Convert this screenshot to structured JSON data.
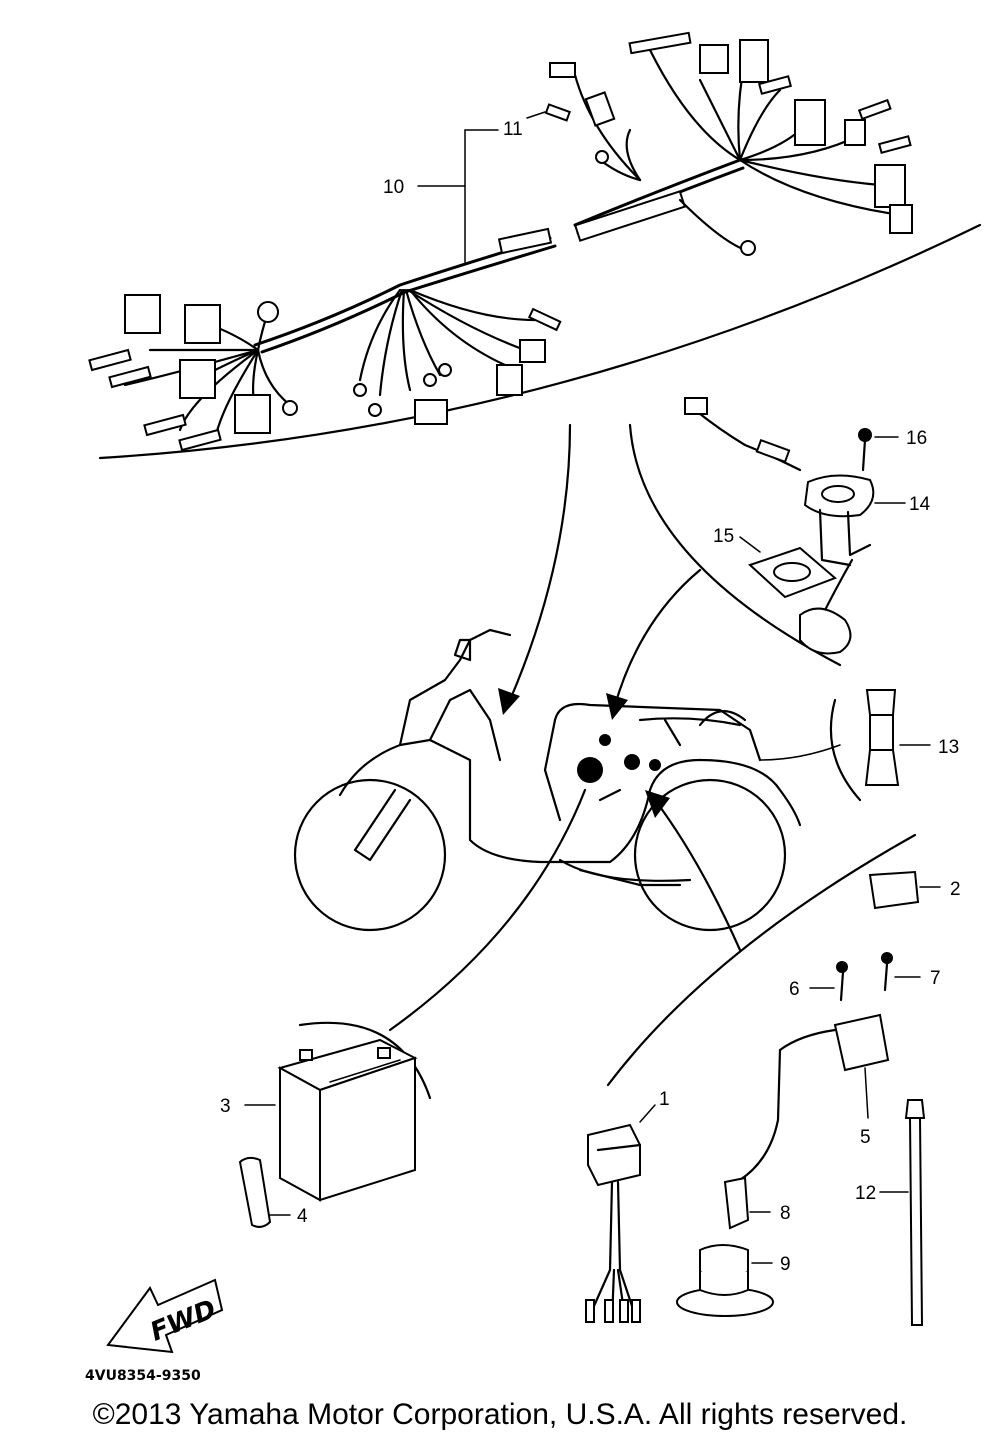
{
  "callouts": {
    "p1": "1",
    "p2": "2",
    "p3": "3",
    "p4": "4",
    "p5": "5",
    "p6": "6",
    "p7": "7",
    "p8": "8",
    "p9": "9",
    "p10": "10",
    "p11": "11",
    "p12": "12",
    "p13": "13",
    "p14": "14",
    "p15": "15",
    "p16": "16"
  },
  "fwd_label": "FWD",
  "part_code": "4VU8354-9350",
  "copyright": "©2013 Yamaha Motor Corporation, U.S.A. All rights reserved."
}
